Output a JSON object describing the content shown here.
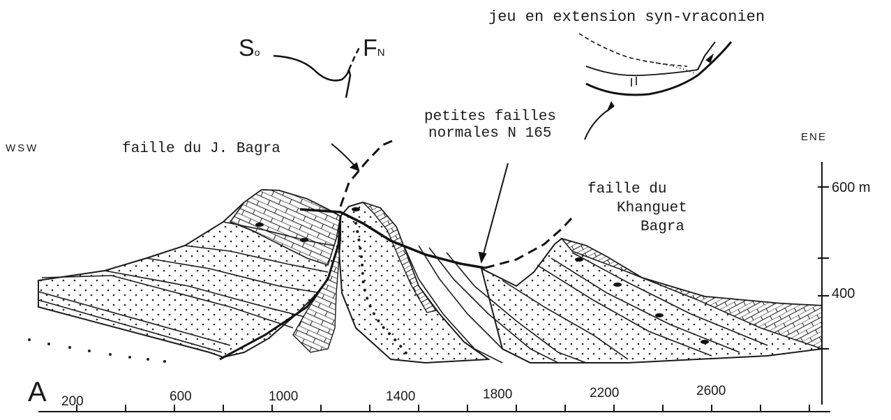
{
  "panel_label": "A",
  "orientation": {
    "left": "WSW",
    "right": "ENE"
  },
  "inset": {
    "bedding_symbol": "S",
    "bedding_subscript": "o",
    "fault_symbol": "F",
    "fault_subscript": "N",
    "extension_caption": "jeu en extension syn-vraconien"
  },
  "annotations": {
    "small_faults_line1": "petites failles",
    "small_faults_line2": "normales N 165",
    "fault_bagra": "faille du J. Bagra",
    "fault_khanguet_line1": "faille du",
    "fault_khanguet_line2": "Khanguet",
    "fault_khanguet_line3": "Bagra"
  },
  "vertical_scale": [
    "600 m",
    "400"
  ],
  "horizontal_scale": [
    "200",
    "600",
    "1000",
    "1400",
    "1800",
    "2200",
    "2600"
  ]
}
